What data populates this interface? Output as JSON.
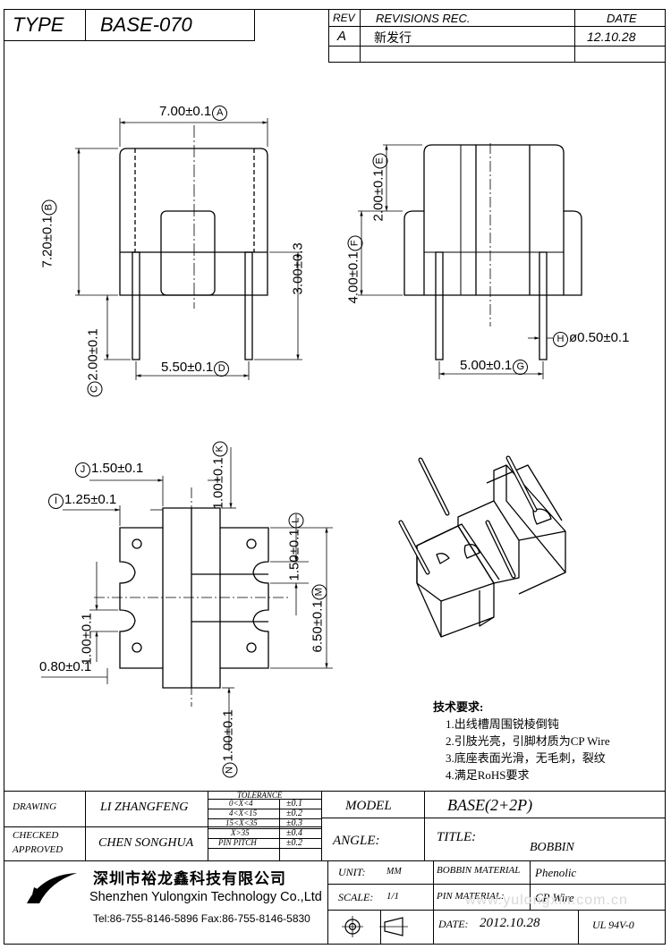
{
  "header": {
    "type_label": "TYPE",
    "part_number": "BASE-070",
    "rev_label": "REV",
    "revisions_label": "REVISIONS REC.",
    "date_label": "DATE",
    "rev_value": "A",
    "revision_text": "新发行",
    "revision_date": "12.10.28"
  },
  "dimensions": {
    "front_width": "7.00±0.1",
    "front_width_tag": "A",
    "front_height": "7.20±0.1",
    "front_height_tag": "B",
    "pin_length": "2.00±0.1",
    "pin_length_tag": "C",
    "pin_spacing": "5.50±0.1",
    "pin_spacing_tag": "D",
    "body_height": "3.00±0.3",
    "side_top": "2.00±0.1",
    "side_top_tag": "E",
    "side_height": "4.00±0.1",
    "side_height_tag": "F",
    "side_pin_spacing": "5.00±0.1",
    "side_pin_spacing_tag": "G",
    "pin_diameter": "ø0.50±0.1",
    "pin_diameter_tag": "H",
    "top_flange": "1.25±0.1",
    "top_flange_tag": "I",
    "top_center": "1.50±0.1",
    "top_center_tag": "J",
    "top_ext": "1.00±0.1",
    "top_ext_tag": "K",
    "top_slot": "1.50±0.1",
    "top_slot_tag": "L",
    "top_total": "6.50±0.1",
    "top_total_tag": "M",
    "bottom_ext": "1.00±0.1",
    "bottom_ext_tag": "N",
    "left_mid": "1.00±0.1",
    "left_bottom": "0.80±0.1"
  },
  "notes": {
    "title": "技术要求:",
    "items": [
      "1.出线槽周围锐棱倒钝",
      "2.引肢光亮，引脚材质为CP Wire",
      "3.底座表面光滑，无毛刺，裂纹",
      "4.满足RoHS要求"
    ]
  },
  "titleblock": {
    "drawing_label": "DRAWING",
    "drawing_name": "LI ZHANGFENG",
    "checked_label": "CHECKED",
    "approved_label": "APPROVED",
    "checked_name": "CHEN SONGHUA",
    "tolerance_label": "TOLERANCE",
    "tolerances": [
      {
        "range": "0<X<4",
        "value": "±0.1"
      },
      {
        "range": "4<X<15",
        "value": "±0.2"
      },
      {
        "range": "15<X<35",
        "value": "±0.3"
      },
      {
        "range": "X>35",
        "value": "±0.4"
      },
      {
        "range": "PIN PITCH",
        "value": "±0.2"
      }
    ],
    "model_label": "MODEL",
    "model_value": "BASE(2+2P)",
    "angle_label": "ANGLE:",
    "title_label": "TITLE:",
    "title_value": "BOBBIN",
    "company_cn": "深圳市裕龙鑫科技有限公司",
    "company_en": "Shenzhen Yulongxin Technology Co.,Ltd",
    "contact": "Tel:86-755-8146-5896  Fax:86-755-8146-5830",
    "unit_label": "UNIT:",
    "unit_value": "MM",
    "bobbin_material_label": "BOBBIN MATERIAL",
    "bobbin_material_value": "Phenolic",
    "scale_label": "SCALE:",
    "scale_value": "1/1",
    "pin_material_label": "PIN MATERIAL:",
    "pin_material_value": "CP Wire",
    "date_label": "DATE:",
    "date_value": "2012.10.28",
    "rating": "UL 94V-0",
    "watermark": "www.yulongxin.com.cn"
  }
}
